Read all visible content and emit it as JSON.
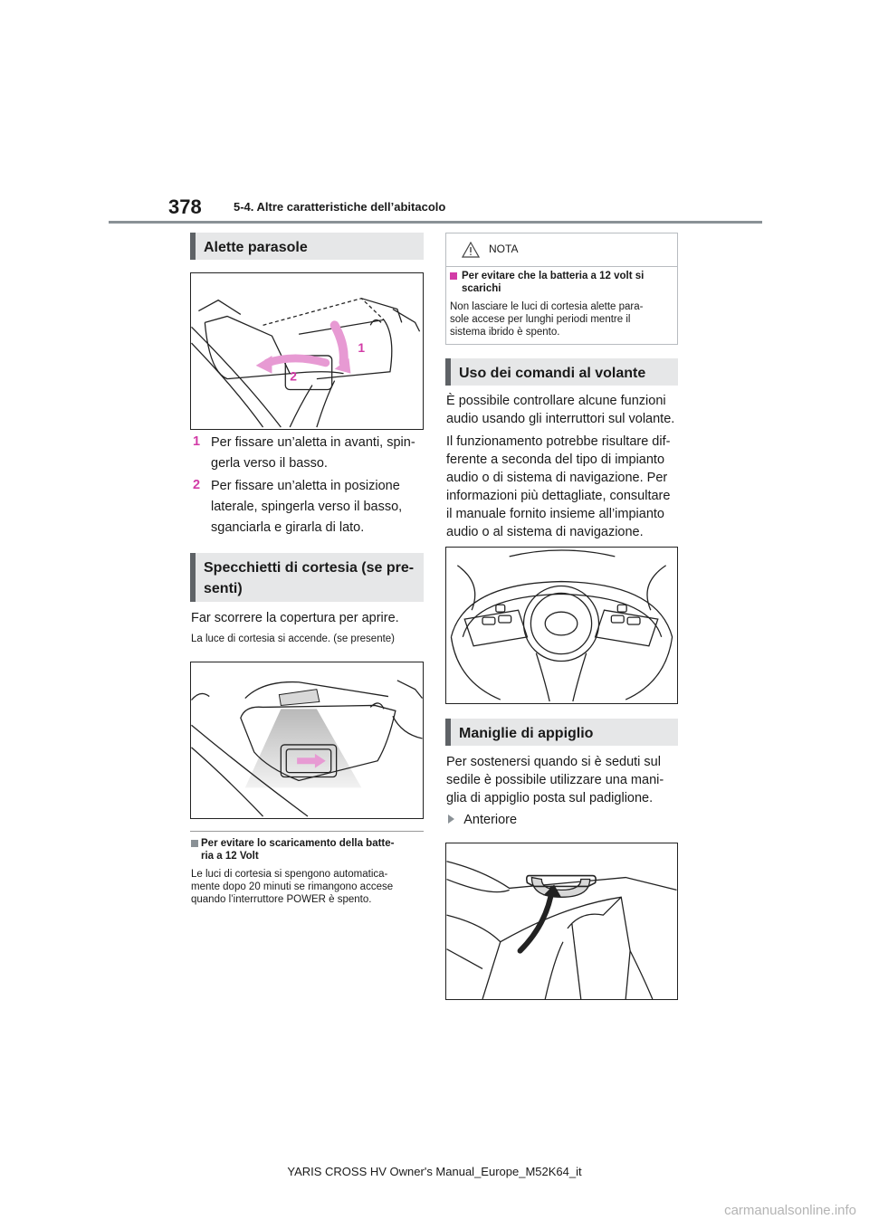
{
  "header": {
    "page_number": "378",
    "section": "5-4. Altre caratteristiche dell’abitacolo"
  },
  "left": {
    "sun_visors": {
      "title": "Alette parasole",
      "figure_labels": [
        "1",
        "2"
      ],
      "steps": [
        {
          "num": "1",
          "lines": [
            "Per fissare un’aletta in avanti, spin-",
            "gerla verso il basso."
          ]
        },
        {
          "num": "2",
          "lines": [
            "Per fissare un’aletta in posizione",
            "laterale, spingerla verso il basso,",
            "sganciarla e girarla di lato."
          ]
        }
      ]
    },
    "mirrors": {
      "title_lines": [
        "Specchietti di cortesia (se pre-",
        "senti)"
      ],
      "body": "Far scorrere la copertura per aprire.",
      "small": "La luce di cortesia si accende. (se presente)",
      "note_title_lines": [
        "Per evitare lo scaricamento della batte-",
        "ria a 12 Volt"
      ],
      "note_lines": [
        "Le luci di cortesia si spengono automatica-",
        "mente dopo 20 minuti se rimangono accese",
        "quando l’interruttore POWER è spento."
      ]
    }
  },
  "right": {
    "notice": {
      "label": "NOTA",
      "title_lines": [
        "Per evitare che la batteria a 12 volt si",
        "scarichi"
      ],
      "text_lines": [
        "Non lasciare le luci di cortesia alette para-",
        "sole accese per lunghi periodi mentre il",
        "sistema ibrido è spento."
      ]
    },
    "steering": {
      "title": "Uso dei comandi al volante",
      "lines": [
        "È possibile controllare alcune funzioni",
        "audio usando gli interruttori sul volante.",
        "Il funzionamento potrebbe risultare dif-",
        "ferente a seconda del tipo di impianto",
        "audio o di sistema di navigazione. Per",
        "informazioni più dettagliate, consultare",
        "il manuale fornito insieme all’impianto",
        "audio o al sistema di navigazione."
      ]
    },
    "grips": {
      "title": "Maniglie di appiglio",
      "lines": [
        "Per sostenersi quando si è seduti sul",
        "sedile è possibile utilizzare una mani-",
        "glia di appiglio posta sul padiglione."
      ],
      "bullet": "Anteriore"
    }
  },
  "footer": "YARIS CROSS HV Owner's Manual_Europe_M52K64_it",
  "watermark": "carmanualsonline.info",
  "colors": {
    "accent": "#d23ba6",
    "heading_bg": "#e6e7e8",
    "heading_bar": "#5e6266",
    "rule": "#8a9196"
  }
}
